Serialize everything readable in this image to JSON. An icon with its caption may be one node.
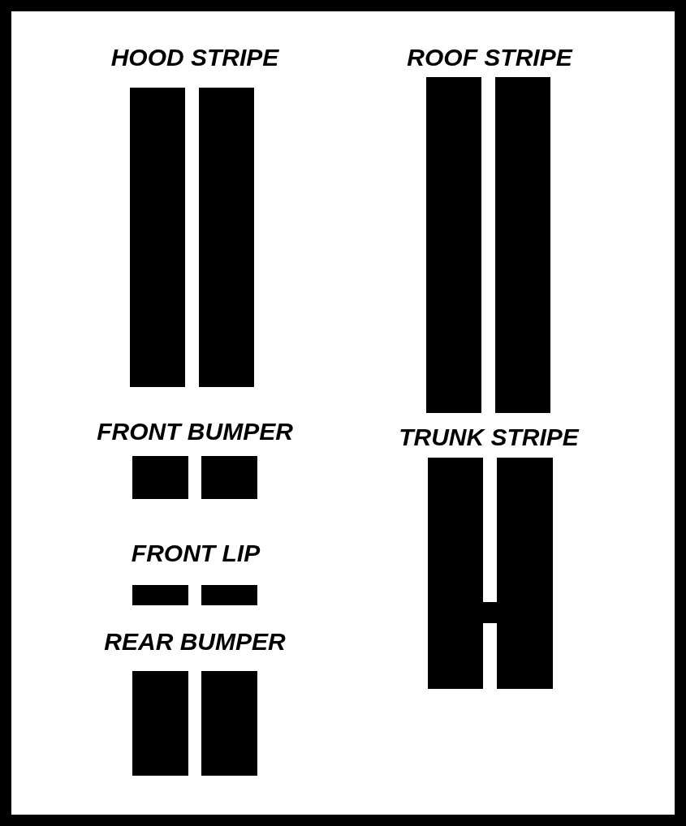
{
  "diagram": {
    "labels": [
      "HOOD STRIPE",
      "ROOF STRIPE",
      "FRONT BUMPER",
      "TRUNK STRIPE",
      "FRONT LIP",
      "REAR BUMPER"
    ]
  }
}
